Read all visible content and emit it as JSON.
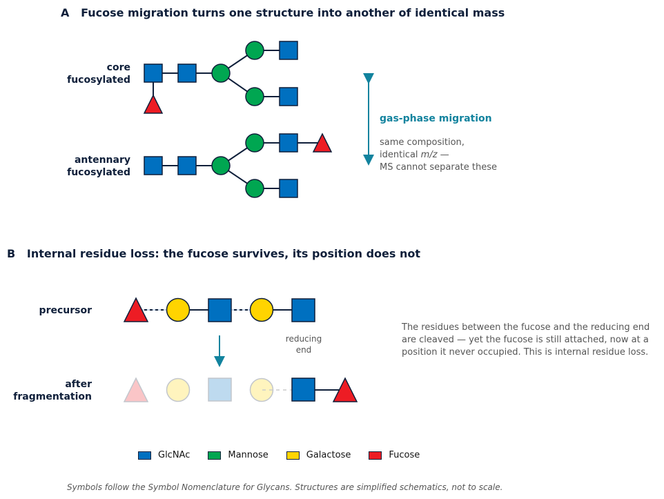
{
  "panel_a": {
    "title": "A   Fucose migration turns one structure into another of identical mass",
    "row1_label": "core\nfucosylated",
    "row2_label": "antennary\nfucosylated",
    "migration_title": "gas-phase migration",
    "migration_note_line1": "same composition,",
    "migration_note_line2_pre": "identical ",
    "migration_note_line2_math": "m/z",
    "migration_note_line2_post": " —",
    "migration_note_line3": "MS cannot separate these"
  },
  "panel_b": {
    "title": "B   Internal residue loss: the fucose survives, its position does not",
    "row1_label": "precursor",
    "row2_label": "after\nfragmentation",
    "reducing_end_label": "reducing\nend",
    "explanation": "The residues between the fucose and the reducing end\nare cleaved — yet the fucose is still attached, now at a\nposition it never occupied. This is internal residue loss."
  },
  "legend": [
    {
      "label": "GlcNAc",
      "color": "#0070c0",
      "icon": "blue-square"
    },
    {
      "label": "Mannose",
      "color": "#00a651",
      "icon": "green-circle"
    },
    {
      "label": "Galactose",
      "color": "#ffd400",
      "icon": "yellow-circle"
    },
    {
      "label": "Fucose",
      "color": "#ed1c24",
      "icon": "red-triangle"
    }
  ],
  "footnote": "Symbols follow the Symbol Nomenclature for Glycans. Structures are simplified schematics, not to scale.",
  "colors": {
    "glcnac": "#0070c0",
    "mannose": "#00a651",
    "galactose": "#ffd400",
    "fucose": "#ed1c24",
    "accent": "#12839e",
    "outline": "#0f1f3a"
  }
}
